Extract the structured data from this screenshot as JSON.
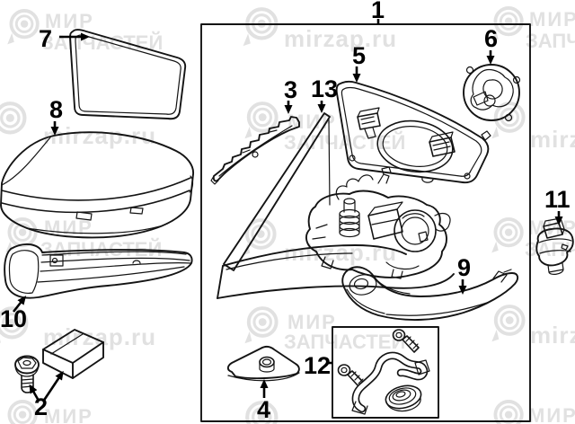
{
  "diagram": {
    "callouts": [
      {
        "label": "1"
      },
      {
        "label": "2"
      },
      {
        "label": "3"
      },
      {
        "label": "4"
      },
      {
        "label": "5"
      },
      {
        "label": "6"
      },
      {
        "label": "7"
      },
      {
        "label": "8"
      },
      {
        "label": "9"
      },
      {
        "label": "10"
      },
      {
        "label": "11"
      },
      {
        "label": "12"
      },
      {
        "label": "13"
      }
    ]
  },
  "watermark": {
    "brand_line1": "МИР",
    "brand_line2": "ЗАПЧАСТЕЙ",
    "site": "mirzap.ru",
    "logo_icon": "circular-parts-pin-logo"
  },
  "colors": {
    "background": "#ffffff",
    "line": "#141414",
    "watermark": "#e1e1e1"
  }
}
